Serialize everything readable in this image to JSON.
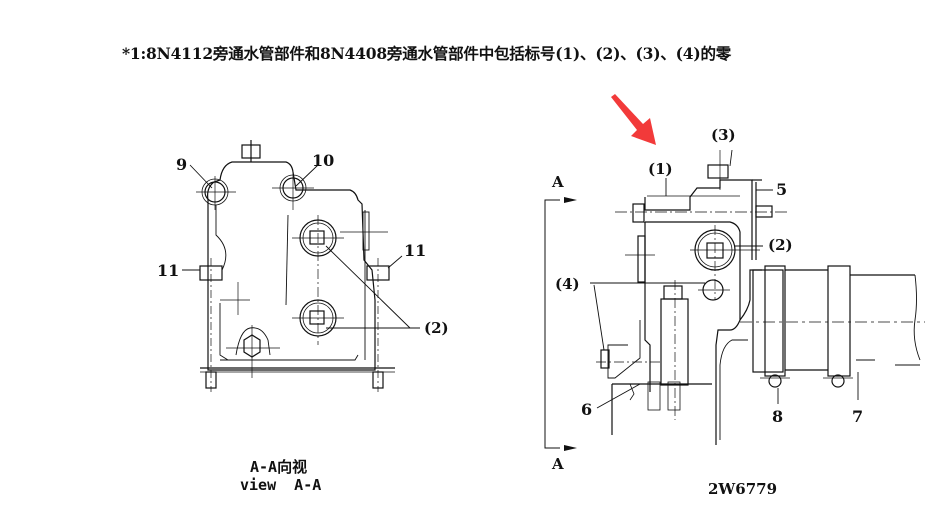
{
  "header_note": "*1:8N4112旁通水管部件和8N4408旁通水管部件中包括标号(1)、(2)、(3)、(4)的零",
  "left_view": {
    "labels": {
      "l9": "9",
      "l10": "10",
      "l11_left": "11",
      "l11_right": "11",
      "l2": "(2)"
    },
    "caption_cn": "A-A向视",
    "caption_en": "view  A-A"
  },
  "right_view": {
    "labels": {
      "l1": "(1)",
      "l2": "(2)",
      "l3": "(3)",
      "l4": "(4)",
      "l5": "5",
      "l6": "6",
      "l7": "7",
      "l8": "8",
      "section_top": "A",
      "section_bottom": "A"
    },
    "part_number": "2W6779"
  },
  "annotation": {
    "arrow_icon": "red-arrow-icon",
    "arrow_color": "#f23a3a"
  }
}
